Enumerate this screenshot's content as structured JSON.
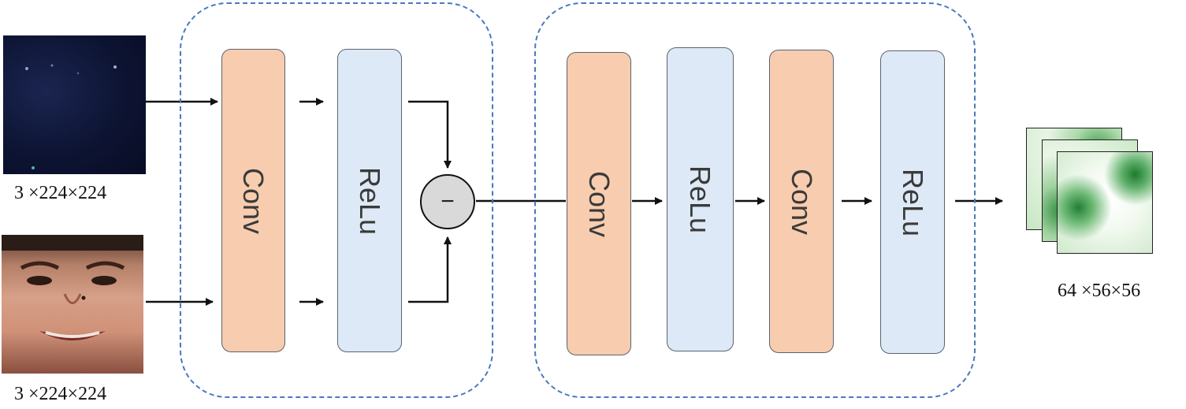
{
  "inputs": [
    {
      "name": "dark-frame",
      "caption": "3 ×224×224"
    },
    {
      "name": "face-frame",
      "caption": "3 ×224×224"
    }
  ],
  "branch_block": {
    "conv_label": "Conv",
    "relu_label": "ReLu",
    "subtract_symbol": "−"
  },
  "feature_block": {
    "labels": [
      "Conv",
      "ReLu",
      "Conv",
      "ReLu"
    ]
  },
  "output": {
    "caption": "64 ×56×56"
  },
  "colors": {
    "conv": "#f8ccae",
    "relu": "#dde9f6",
    "group_border": "#4a78c0",
    "subtract_fill": "#d9d9d9",
    "feature_map": "#2e8b3e"
  }
}
